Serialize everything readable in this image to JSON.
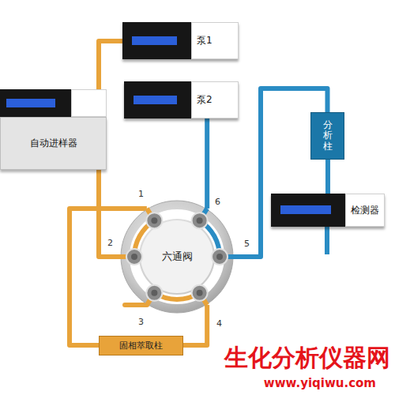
{
  "diagram": {
    "nodes": [
      {
        "text": [
          "泵1"
        ]
      },
      {
        "text": [
          "自动进样器"
        ]
      },
      {
        "text": [
          "泵2"
        ]
      },
      {
        "text": [
          "六通阀"
        ]
      },
      {
        "text": [
          "分析柱"
        ]
      },
      {
        "text": [
          "检测器"
        ]
      },
      {
        "text": [
          "固相萃取柱"
        ]
      }
    ],
    "edges": [
      {
        "from": 0,
        "to": 1,
        "arrow": "none"
      },
      {
        "from": 1,
        "to": 3,
        "arrow": "none"
      },
      {
        "from": 3,
        "to": 6,
        "arrow": "none"
      },
      {
        "from": 6,
        "to": 3,
        "arrow": "none"
      },
      {
        "from": 2,
        "to": 3,
        "arrow": "none"
      },
      {
        "from": 3,
        "to": 4,
        "arrow": "none"
      },
      {
        "from": 4,
        "to": 5,
        "arrow": "none"
      }
    ],
    "labels": [
      "1",
      "2",
      "3",
      "4",
      "5",
      "6",
      "生化分析仪器网",
      "www.yiqiwu.com"
    ]
  }
}
